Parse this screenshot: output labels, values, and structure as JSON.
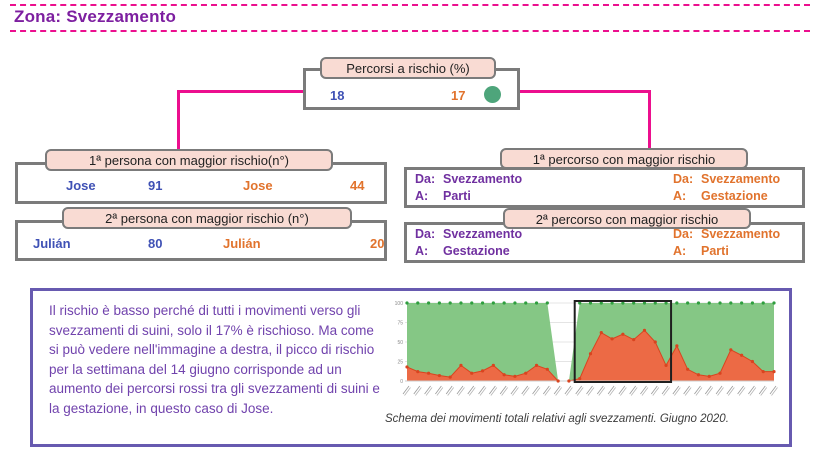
{
  "page": {
    "title": "Zona: Svezzamento"
  },
  "colors": {
    "accent_magenta": "#ec0f8e",
    "title_purple": "#7d1fa0",
    "box_border_gray": "#7b7b7b",
    "label_pink_bg": "#f9dbd3",
    "value_blue": "#3f51b5",
    "value_orange": "#e1732d",
    "route_purple": "#7030a0",
    "panel_border_purple": "#675ab0",
    "panel_text_purple": "#7143ad",
    "status_dot_green": "#4ea57b",
    "chart_green": "#85c785",
    "chart_red": "#ec6a45"
  },
  "tree": {
    "root": {
      "label": "Percorsi a rischio (%)",
      "left_value": "18",
      "right_value": "17",
      "status_dot": "green-dot"
    },
    "left_box1": {
      "label": "1ª persona con maggior rischio(n°)",
      "values": [
        {
          "text": "Jose"
        },
        {
          "text": "91"
        },
        {
          "text": "Jose"
        },
        {
          "text": "44"
        }
      ]
    },
    "left_box2": {
      "label": "2ª persona con maggior rischio (n°)",
      "values": [
        {
          "text": "Julián"
        },
        {
          "text": "80"
        },
        {
          "text": "Julián"
        },
        {
          "text": "20"
        }
      ]
    },
    "right_box1": {
      "label": "1ª percorso con maggior rischio",
      "da_label": "Da:",
      "a_label": "A:",
      "purple": {
        "da": "Svezzamento",
        "a": "Parti"
      },
      "orange": {
        "da": "Svezzamento",
        "a": "Gestazione"
      }
    },
    "right_box2": {
      "label": "2ª percorso con maggior rischio",
      "da_label": "Da:",
      "a_label": "A:",
      "purple": {
        "da": "Svezzamento",
        "a": "Gestazione"
      },
      "orange": {
        "da": "Svezzamento",
        "a": "Parti"
      }
    }
  },
  "panel": {
    "text": "Il rischio è basso perché di tutti i movimenti verso gli svezzamenti di suini, solo il 17% è rischioso. Ma come si può vedere nell'immagine a destra, il picco di rischio per la settimana del 14 giugno corrisponde ad un aumento dei percorsi rossi tra gli svezzamenti di suini e la gestazione, in questo caso di Jose."
  },
  "chart_data": {
    "type": "area",
    "description": "Stacked area chart of total movements: green = non-risky share, red = risky share; total normalized to 100 with a gap (total 0) before the highlighted week",
    "caption": "Schema dei movimenti totali relativi agli svezzamenti. Giugno 2020.",
    "x_tick_labels": "35 rotated daily date labels, giugno 2020 (illegible at native size)",
    "n_points": 35,
    "red_values": [
      18,
      12,
      10,
      7,
      5,
      20,
      10,
      13,
      20,
      8,
      6,
      10,
      20,
      15,
      0,
      0,
      3,
      35,
      62,
      54,
      60,
      53,
      65,
      50,
      20,
      45,
      15,
      8,
      6,
      10,
      40,
      33,
      25,
      12,
      12
    ],
    "total_values": [
      100,
      100,
      100,
      100,
      100,
      100,
      100,
      100,
      100,
      100,
      100,
      100,
      100,
      100,
      0,
      0,
      100,
      100,
      100,
      100,
      100,
      100,
      100,
      100,
      100,
      100,
      100,
      100,
      100,
      100,
      100,
      100,
      100,
      100,
      100
    ],
    "ylim": [
      0,
      100
    ],
    "yticks": [
      0,
      25,
      50,
      75,
      100
    ],
    "grid": true,
    "legend": "none",
    "highlight_box": {
      "from_index": 16,
      "to_index": 24,
      "note": "settimana del 14 giugno"
    }
  }
}
